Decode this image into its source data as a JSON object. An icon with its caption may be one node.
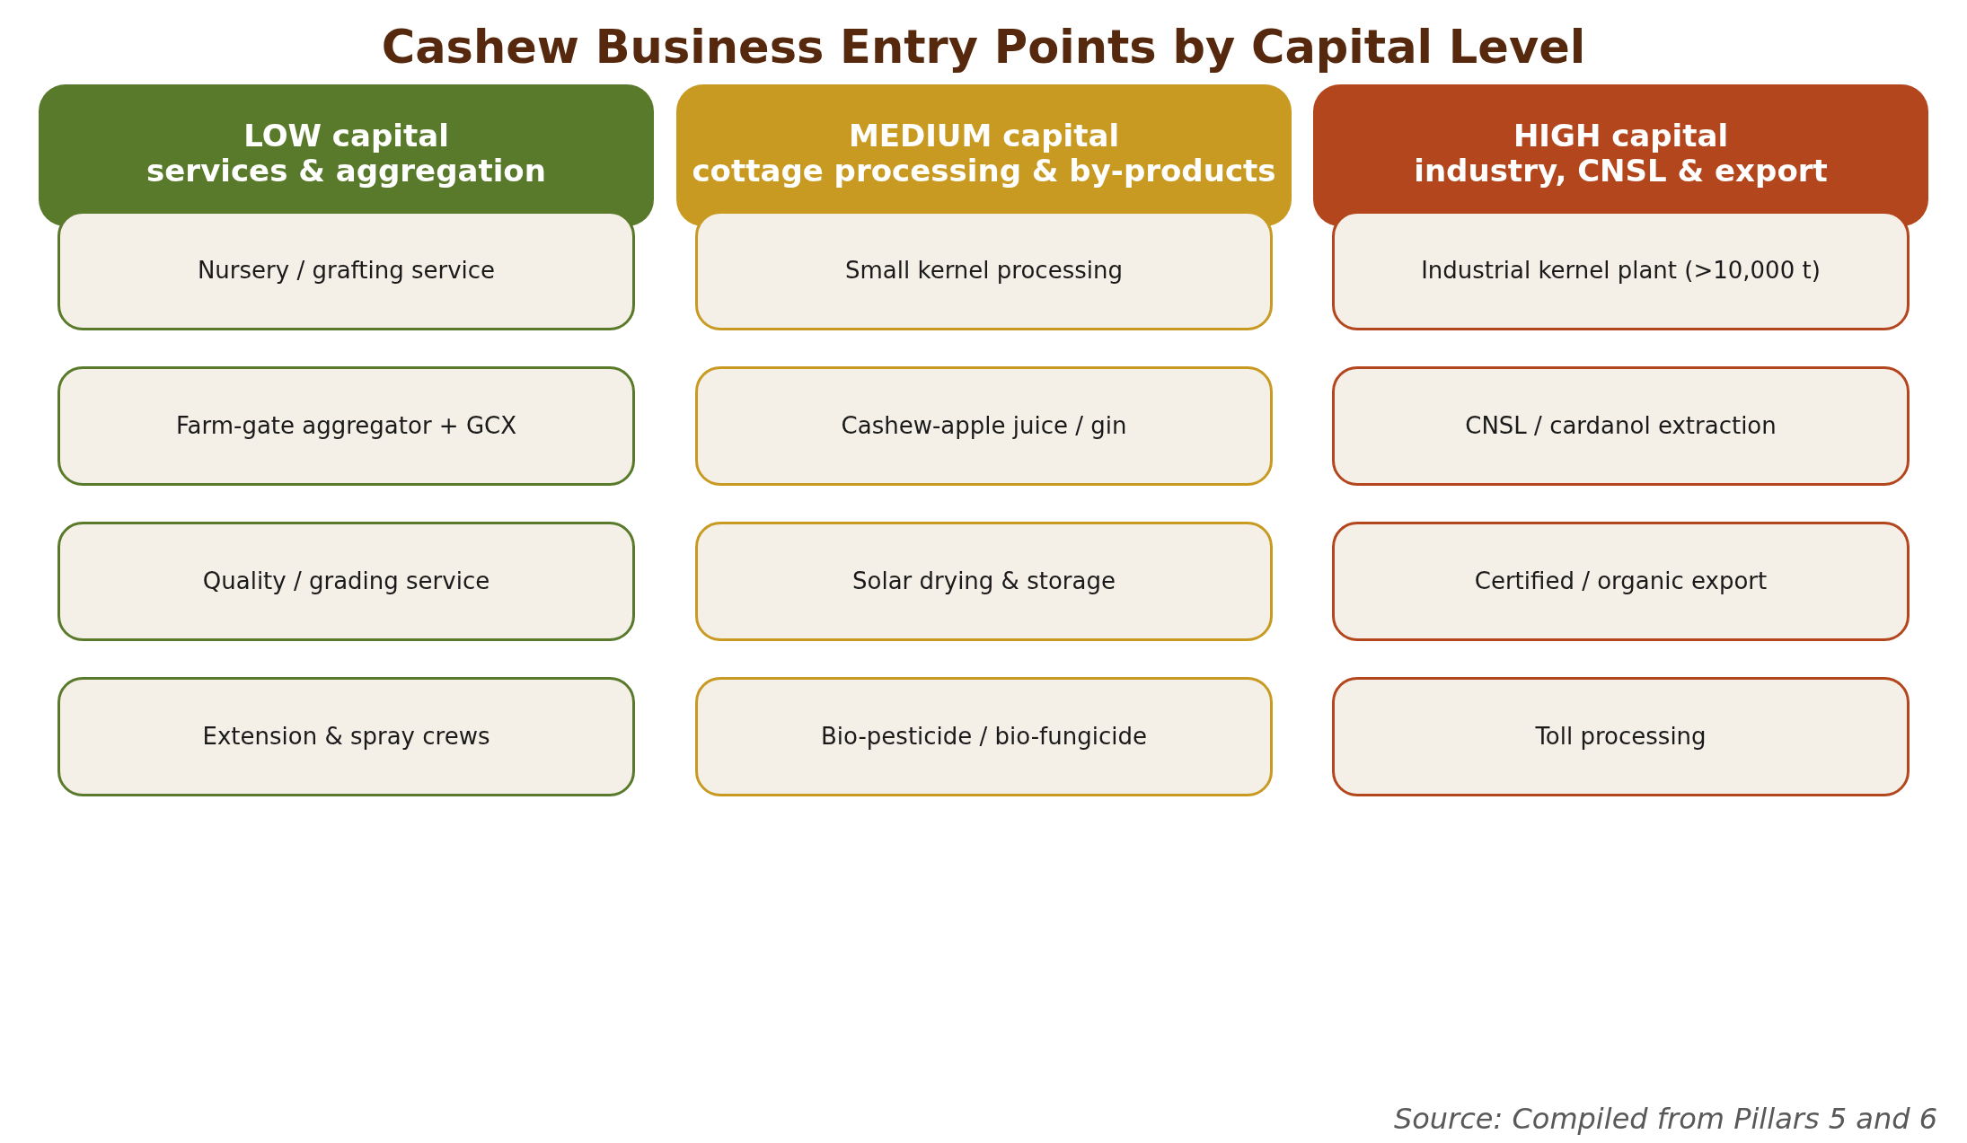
{
  "diagram": {
    "title": "Cashew Business Entry Points by Capital Level",
    "caption": "Source: Compiled from Pillars 5 and 6",
    "nodes": [
      {
        "text": [
          "LOW capital",
          "services & aggregation"
        ]
      },
      {
        "text": [
          "Nursery / grafting service"
        ]
      },
      {
        "text": [
          "Farm-gate aggregator + GCX"
        ]
      },
      {
        "text": [
          "Quality / grading service"
        ]
      },
      {
        "text": [
          "Extension & spray crews"
        ]
      },
      {
        "text": [
          "MEDIUM capital",
          "cottage processing & by-products"
        ]
      },
      {
        "text": [
          "Small kernel processing"
        ]
      },
      {
        "text": [
          "Cashew-apple juice / gin"
        ]
      },
      {
        "text": [
          "Solar drying & storage"
        ]
      },
      {
        "text": [
          "Bio-pesticide / bio-fungicide"
        ]
      },
      {
        "text": [
          "HIGH capital",
          "industry, CNSL & export"
        ]
      },
      {
        "text": [
          "Industrial kernel plant (>10,000 t)"
        ]
      },
      {
        "text": [
          "CNSL / cardanol extraction"
        ]
      },
      {
        "text": [
          "Certified / organic export"
        ]
      },
      {
        "text": [
          "Toll processing"
        ]
      }
    ]
  }
}
